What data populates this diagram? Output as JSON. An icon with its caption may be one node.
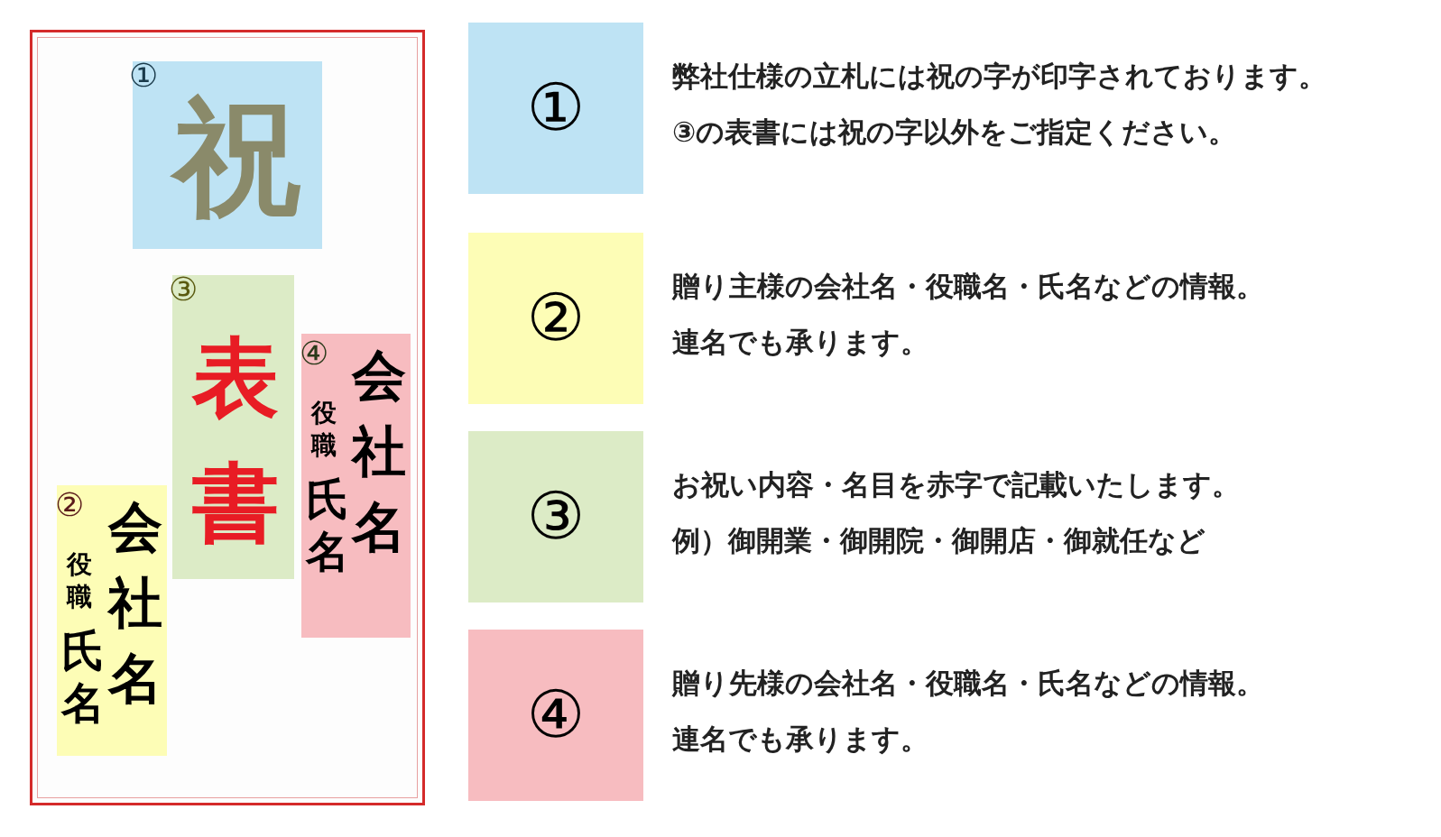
{
  "diagram": {
    "nodes": [
      {
        "text": [],
        "shape": "box"
      },
      {
        "text": [
          "①",
          "祝"
        ],
        "in": 0
      },
      {
        "text": [
          "③",
          "表書"
        ],
        "in": 0
      },
      {
        "text": [
          "④",
          "会社名",
          "役職",
          "氏名"
        ],
        "in": 0
      },
      {
        "text": [
          "②",
          "会社名",
          "役職",
          "氏名"
        ],
        "in": 0
      },
      {
        "text": [
          "①"
        ],
        "beside": [
          "弊社仕様の立札には祝の字が印字されております。",
          "③の表書には祝の字以外をご指定ください。"
        ]
      },
      {
        "text": [
          "②"
        ],
        "beside": [
          "贈り主様の会社名・役職名・氏名などの情報。",
          "連名でも承ります。"
        ]
      },
      {
        "text": [
          "③"
        ],
        "beside": [
          "お祝い内容・名目を赤字で記載いたします。",
          "例）御開業・御開院・御開店・御就任など"
        ]
      },
      {
        "text": [
          "④"
        ],
        "beside": [
          "贈り先様の会社名・役職名・氏名などの情報。",
          "連名でも承ります。"
        ]
      }
    ]
  }
}
